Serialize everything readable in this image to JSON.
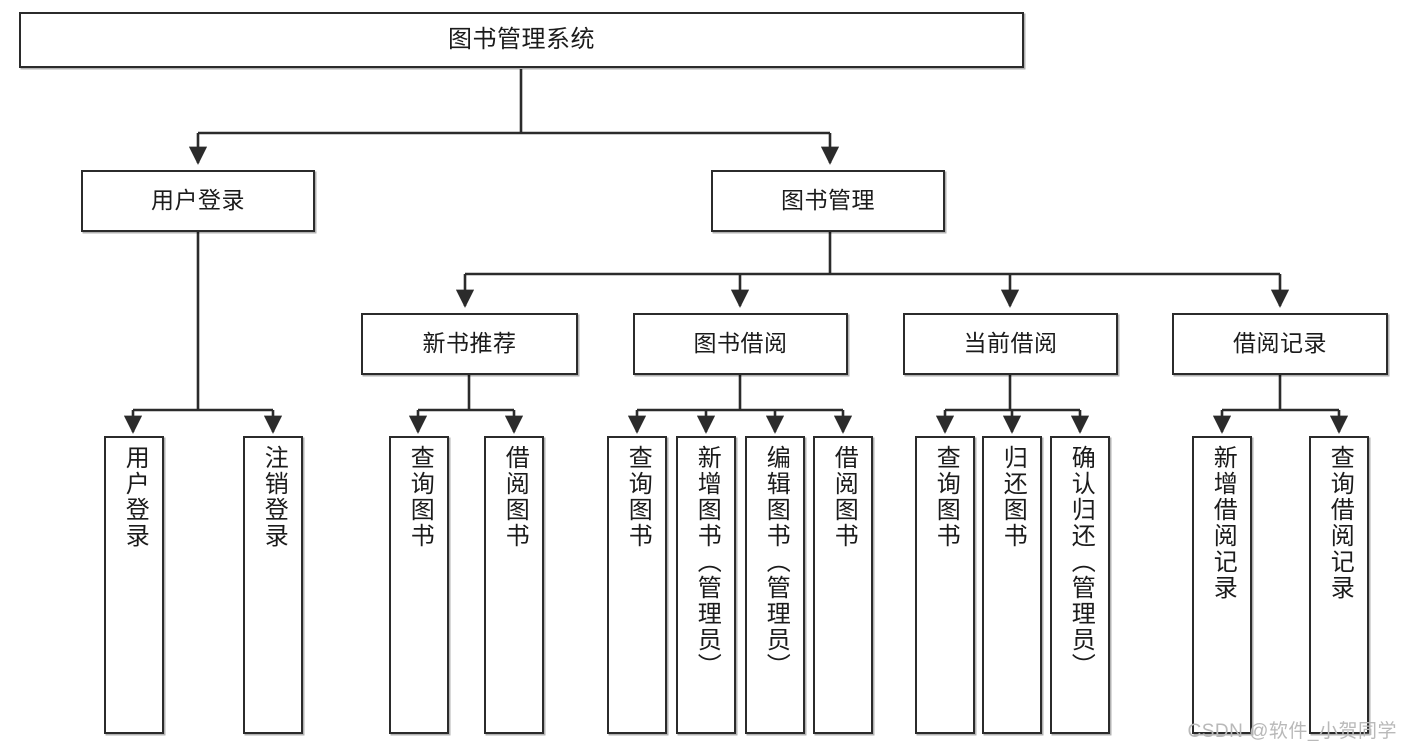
{
  "diagram": {
    "title": "图书管理系统",
    "watermark": "CSDN @软件_小贺同学",
    "line_color": "#2b2b2b",
    "box_fill": "#ffffff",
    "text_color": "#1b1b1b",
    "nodes": {
      "root": {
        "label": "图书管理系统"
      },
      "level2": [
        {
          "label": "用户登录"
        },
        {
          "label": "图书管理"
        }
      ],
      "level3": [
        {
          "label": "新书推荐"
        },
        {
          "label": "图书借阅"
        },
        {
          "label": "当前借阅"
        },
        {
          "label": "借阅记录"
        }
      ],
      "leaves": {
        "user_login": [
          {
            "label": "用户登录"
          },
          {
            "label": "注销登录"
          }
        ],
        "new_book": [
          {
            "label": "查询图书"
          },
          {
            "label": "借阅图书"
          }
        ],
        "book_borrow": [
          {
            "label": "查询图书"
          },
          {
            "label": "新增图书（管理员）"
          },
          {
            "label": "编辑图书（管理员）"
          },
          {
            "label": "借阅图书"
          }
        ],
        "current_borrow": [
          {
            "label": "查询图书"
          },
          {
            "label": "归还图书"
          },
          {
            "label": "确认归还（管理员）"
          }
        ],
        "borrow_record": [
          {
            "label": "新增借阅记录"
          },
          {
            "label": "查询借阅记录"
          }
        ]
      }
    }
  }
}
